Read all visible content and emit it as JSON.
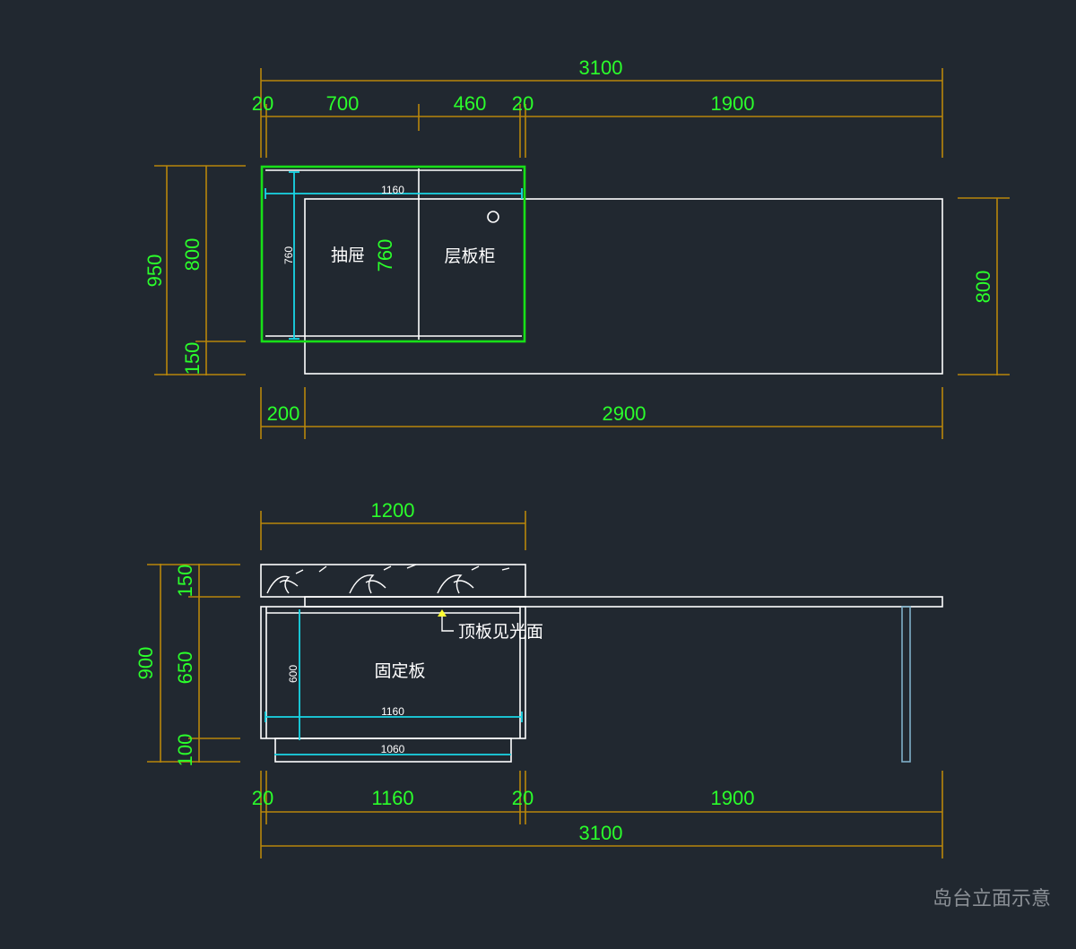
{
  "plan": {
    "top_dims": {
      "total": "3100",
      "d20a": "20",
      "d700": "700",
      "d460": "460",
      "d20b": "20",
      "d1900": "1900"
    },
    "left_dims": {
      "d950": "950",
      "d800": "800",
      "d150": "150"
    },
    "right_dims": {
      "d800": "800"
    },
    "bottom_dims": {
      "d200": "200",
      "d2900": "2900"
    },
    "inner": {
      "w1160": "1160",
      "h760a": "760",
      "h760b": "760"
    },
    "labels": {
      "drawer": "抽屉",
      "shelf": "层板柜"
    }
  },
  "elevation": {
    "top_dims": {
      "d1200": "1200"
    },
    "left_dims": {
      "d900": "900",
      "d150": "150",
      "d650": "650",
      "d100": "100"
    },
    "bottom_dims": {
      "d20a": "20",
      "d1160": "1160",
      "d20b": "20",
      "d1900": "1900",
      "total": "3100"
    },
    "inner": {
      "h600": "600",
      "w1160": "1160",
      "w1060": "1060"
    },
    "labels": {
      "fixed": "固定板",
      "note": "顶板见光面"
    }
  },
  "title": "岛台立面示意"
}
